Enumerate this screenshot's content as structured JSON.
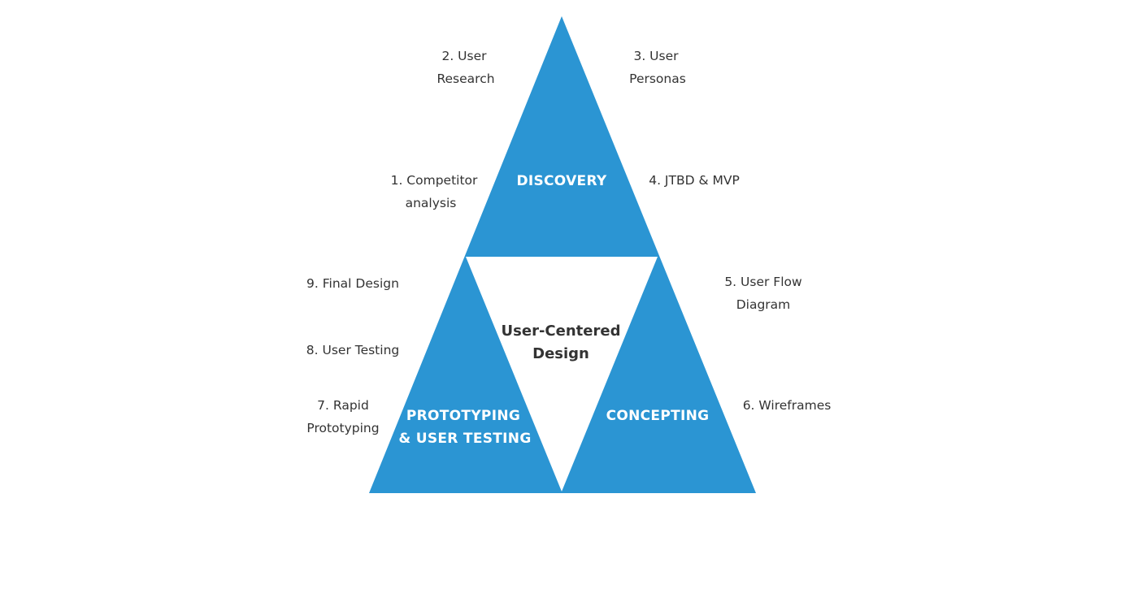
{
  "colors": {
    "triangle_fill": "#2b95d3",
    "center_fill": "#ffffff",
    "phase_text": "#ffffff",
    "body_text": "#333333"
  },
  "center": {
    "line1": "User-Centered",
    "line2": "Design"
  },
  "phases": {
    "discovery": {
      "line1": "DISCOVERY"
    },
    "prototyping": {
      "line1": "PROTOTYPING",
      "line2": "& USER TESTING"
    },
    "concepting": {
      "line1": "CONCEPTING"
    }
  },
  "steps": {
    "s1": {
      "line1": "1. Competitor",
      "line2": "analysis"
    },
    "s2": {
      "line1": "2. User",
      "line2": "Research"
    },
    "s3": {
      "line1": "3. User",
      "line2": "Personas"
    },
    "s4": {
      "line1": "4. JTBD & MVP"
    },
    "s5": {
      "line1": "5. User Flow",
      "line2": "Diagram"
    },
    "s6": {
      "line1": "6. Wireframes"
    },
    "s7": {
      "line1": "7. Rapid",
      "line2": "Prototyping"
    },
    "s8": {
      "line1": "8. User Testing"
    },
    "s9": {
      "line1": "9. Final Design"
    }
  }
}
